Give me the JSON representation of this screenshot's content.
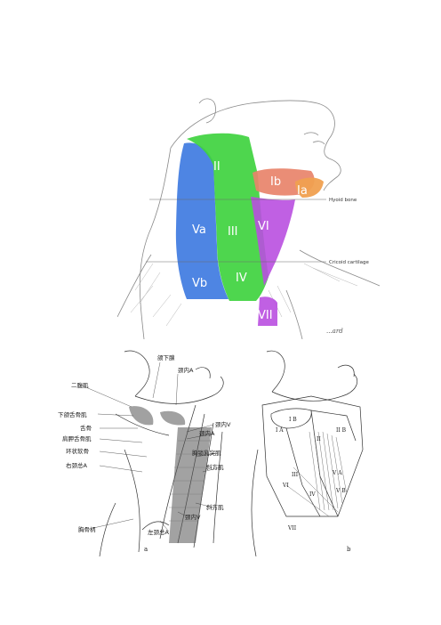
{
  "top_figure": {
    "levels": {
      "I_b": "Ib",
      "I_a": "Ia",
      "II": "II",
      "III": "III",
      "IV": "IV",
      "V_a": "Va",
      "V_b": "Vb",
      "VI": "VI",
      "VII": "VII"
    },
    "reference_lines": {
      "hyoid": "Hyoid bone",
      "cricoid": "Cricoid cartilage"
    },
    "signature": "...ard",
    "colors": {
      "level_I": "#e8836a",
      "level_Ia": "#f0a050",
      "level_II_III_IV": "#3fd23f",
      "level_V": "#3b78e0",
      "level_VI_VII": "#b94fe0"
    }
  },
  "bottom_figure": {
    "panel_a": {
      "sublabel": "a",
      "labels": {
        "submandibular_gland": "颌下腺",
        "ij_vein_top": "颈内A",
        "digastric": "二腹肌",
        "mylohyoid": "下颌舌骨肌",
        "hyoid": "舌骨",
        "ij_vein": "颈内V",
        "ij_artery": "颈内A",
        "thyrohyoid": "肩胛舌骨肌",
        "scm": "胸锁乳突肌",
        "cricoid": "环状软骨",
        "scalene": "斜方肌",
        "right_carotid": "右颈总A",
        "trapezius": "斜方肌",
        "ij_vein_low": "颈内V",
        "sternum": "胸骨柄",
        "left_carotid": "左颈总A"
      }
    },
    "panel_b": {
      "sublabel": "b",
      "levels": {
        "IA": "I A",
        "IB": "I B",
        "IIB": "II B",
        "II": "II",
        "III": "III",
        "VA": "V A",
        "IV": "IV",
        "VB": "V B",
        "VI": "VI",
        "VII": "VII"
      }
    }
  }
}
